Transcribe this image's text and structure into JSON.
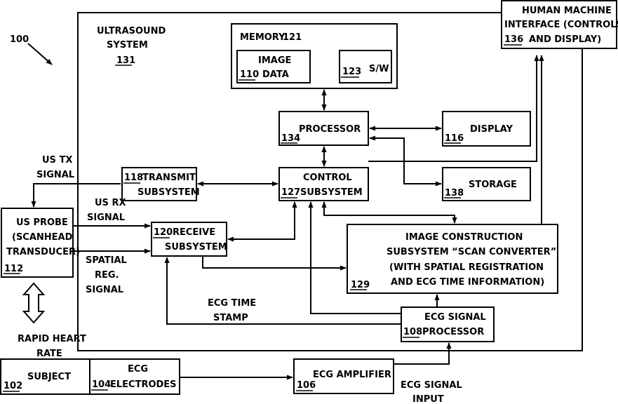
{
  "figure_ref": {
    "number": "100"
  },
  "ultrasound_system": {
    "line1": "ULTRASOUND",
    "line2": "SYSTEM",
    "ref": "131"
  },
  "memory": {
    "label": "MEMORY",
    "ref": "121"
  },
  "image_data": {
    "line1": "IMAGE",
    "line2": "DATA",
    "ref": "110"
  },
  "sw": {
    "label": "S/W",
    "ref": "123"
  },
  "processor": {
    "label": "PROCESSOR",
    "ref": "134"
  },
  "display": {
    "label": "DISPLAY",
    "ref": "116"
  },
  "storage": {
    "label": "STORAGE",
    "ref": "138"
  },
  "hmi": {
    "line1": "HUMAN MACHINE",
    "line2": "INTERFACE (CONTROLS",
    "line3": "AND DISPLAY)",
    "ref": "136"
  },
  "control": {
    "line1": "CONTROL",
    "line2": "SUBSYSTEM",
    "ref": "127"
  },
  "transmit": {
    "line1": "TRANSMIT",
    "line2": "SUBSYSTEM",
    "ref": "118"
  },
  "receive": {
    "line1": "RECEIVE",
    "line2": "SUBSYSTEM",
    "ref": "120"
  },
  "image_construction": {
    "line1": "IMAGE CONSTRUCTION",
    "line2": "SUBSYSTEM “SCAN CONVERTER”",
    "line3": "(WITH SPATIAL REGISTRATION",
    "line4": "AND ECG TIME INFORMATION)",
    "ref": "129"
  },
  "ecg_processor": {
    "line1": "ECG SIGNAL",
    "line2": "PROCESSOR",
    "ref": "108"
  },
  "us_probe": {
    "line1": "US PROBE",
    "line2": "(SCANHEAD",
    "line3": "TRANSDUCER)",
    "ref": "112"
  },
  "subject": {
    "label": "SUBJECT",
    "ref": "102"
  },
  "electrodes": {
    "line1": "ECG",
    "line2": "ELECTRODES",
    "ref": "104"
  },
  "amplifier": {
    "label": "ECG AMPLIFIER",
    "ref": "106"
  },
  "labels": {
    "us_tx_1": "US TX",
    "us_tx_2": "SIGNAL",
    "us_rx_1": "US RX",
    "us_rx_2": "SIGNAL",
    "spatial_1": "SPATIAL",
    "spatial_2": "REG.",
    "spatial_3": "SIGNAL",
    "ecg_time_1": "ECG TIME",
    "ecg_time_2": "STAMP",
    "rapid_1": "RAPID HEART",
    "rapid_2": "RATE",
    "ecg_input_1": "ECG SIGNAL",
    "ecg_input_2": "INPUT"
  }
}
